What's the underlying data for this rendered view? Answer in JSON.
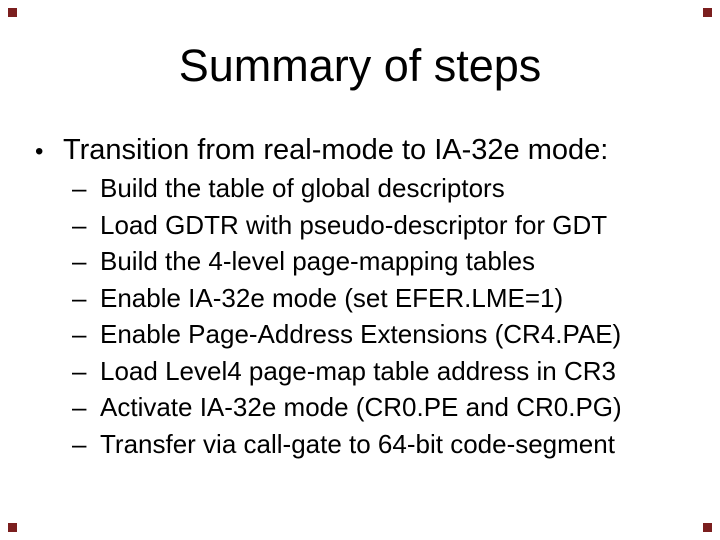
{
  "slide": {
    "title": "Summary of steps",
    "bullet_marker": "•",
    "bullet": "Transition from real-mode to IA-32e mode:",
    "sub_marker": "–",
    "sub_bullets": [
      "Build the table of global descriptors",
      "Load GDTR with pseudo-descriptor for GDT",
      "Build the 4-level page-mapping tables",
      "Enable IA-32e mode (set EFER.LME=1)",
      "Enable Page-Address Extensions (CR4.PAE)",
      "Load Level4 page-map table address in CR3",
      "Activate IA-32e mode (CR0.PE and CR0.PG)",
      "Transfer via call-gate to 64-bit code-segment"
    ],
    "corner_mark_color": "#7b1f1f",
    "text_color": "#000000",
    "background_color": "#ffffff"
  }
}
